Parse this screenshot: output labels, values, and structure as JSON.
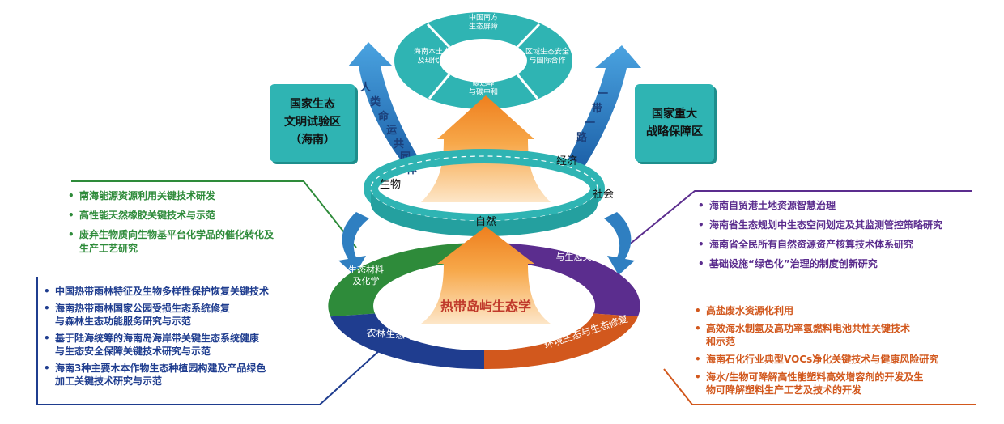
{
  "top_ring": {
    "north": "中国南方\n生态屏障",
    "west": "海南本土文化\n及现代传承",
    "east": "区域生态安全\n与国际合作",
    "south": "碳达峰\n与碳中和"
  },
  "left_box": "国家生态\n文明试验区\n（海南）",
  "right_box": "国家重大\n战略保障区",
  "left_arrow_text": "人类命运共同体",
  "right_arrow_text": "一带一路",
  "middle_ring": {
    "left": "生物",
    "top_right": "经济",
    "right": "社会",
    "bottom": "自然"
  },
  "bottom_ring": {
    "center": "热带岛屿生态学",
    "green": "生态材料\n及化学",
    "purple": "生态规划\n与生态文化",
    "blue": "农林生态与生物多样性保育",
    "orange": "环境生态与生态修复"
  },
  "green_list": [
    "南海能源资源利用关键技术研发",
    "高性能天然橡胶关键技术与示范",
    "废弃生物质向生物基平台化学品的催化转化及\n生产工艺研究"
  ],
  "purple_list": [
    "海南自贸港土地资源智慧治理",
    "海南省生态规划中生态空间划定及其监测管控策略研究",
    "海南省全民所有自然资源资产核算技术体系研究",
    "基础设施“绿色化”治理的制度创新研究"
  ],
  "blue_list": [
    "中国热带雨林特征及生物多样性保护恢复关键技术",
    "海南热带雨林国家公园受损生态系统修复\n与森林生态功能服务研究与示范",
    "基于陆海统筹的海南岛海岸带关键生态系统健康\n与生态安全保障关键技术研究与示范",
    "海南3种主要木本作物生态种植园构建及产品绿色\n加工关键技术研究与示范"
  ],
  "orange_list": [
    "高盐废水资源化利用",
    "高效海水制氢及高功率氢燃料电池共性关键技术\n和示范",
    "海南石化行业典型VOCs净化关键技术与健康风险研究",
    "海水/生物可降解高性能塑料高效增容剂的开发及生\n物可降解塑料生产工艺及技术的开发"
  ],
  "colors": {
    "teal": "#2fb4b3",
    "arrow_blue": "#2f7fc1",
    "green": "#2e8b3a",
    "purple": "#5b2d8e",
    "blue": "#1f3d8f",
    "orange": "#d2581d",
    "flame": "#f39a2c"
  }
}
